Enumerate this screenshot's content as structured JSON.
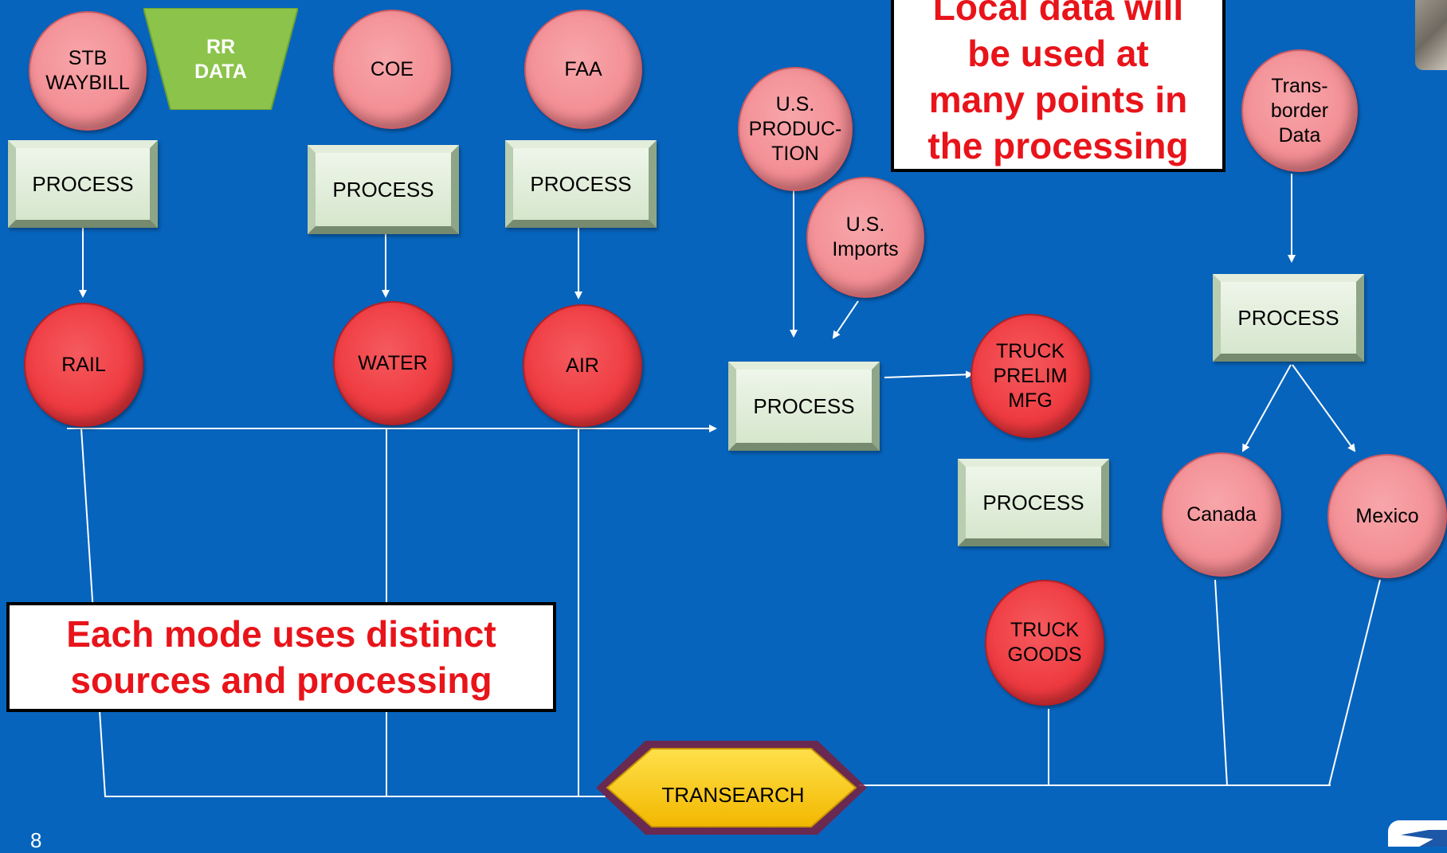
{
  "sources": {
    "stb_waybill": "STB\nWAYBILL",
    "rr_data": "RR\nDATA",
    "coe": "COE",
    "faa": "FAA",
    "us_production": "U.S.\nPRODUC-\nTION",
    "us_imports": "U.S.\nImports",
    "transborder": "Trans-\nborder\nData"
  },
  "process_label": "PROCESS",
  "modes": {
    "rail": "RAIL",
    "water": "WATER",
    "air": "AIR",
    "truck_prelim": "TRUCK\nPRELIM\nMFG",
    "truck_goods": "TRUCK\nGOODS",
    "canada": "Canada",
    "mexico": "Mexico"
  },
  "transearch": "TRANSEARCH",
  "callouts": {
    "local_data": "Local data will\nbe used at\nmany points in\nthe processing",
    "each_mode": "Each mode uses distinct\nsources and processing"
  },
  "slide_number": "8",
  "colors": {
    "background": "#0764bd",
    "source_circle": "#f39096",
    "mode_circle": "#ee3a40",
    "rr_data": "#8cc34b",
    "transearch": "#f5c400",
    "callout_text": "#e8141a"
  }
}
